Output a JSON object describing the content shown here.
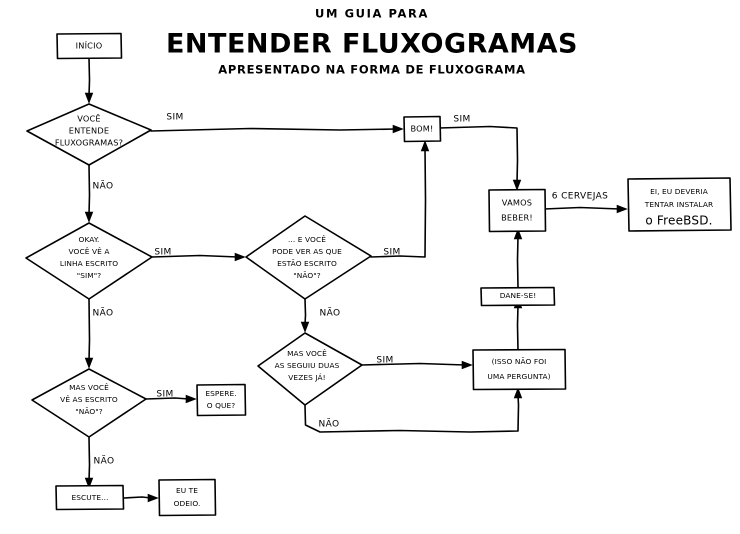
{
  "title": {
    "top": "UM GUIA PARA",
    "main": "ENTENDER FLUXOGRAMAS",
    "sub": "APRESENTADO NA FORMA DE FLUXOGRAMA"
  },
  "chart_data": {
    "type": "diagram",
    "title": "ENTENDER FLUXOGRAMAS",
    "nodes": [
      {
        "id": "inicio",
        "shape": "box",
        "lines": [
          "INÍCIO"
        ]
      },
      {
        "id": "entende",
        "shape": "diamond",
        "lines": [
          "VOCÊ",
          "ENTENDE",
          "FLUXOGRAMAS?"
        ]
      },
      {
        "id": "okay",
        "shape": "diamond",
        "lines": [
          "OKAY.",
          "VOCÊ VÊ A",
          "LINHA ESCRITO",
          "\"SIM\"?"
        ]
      },
      {
        "id": "masvoce_nao",
        "shape": "diamond",
        "lines": [
          "MAS VOCÊ",
          "VÊ AS ESCRITO",
          "\"NÃO\"?"
        ]
      },
      {
        "id": "espere",
        "shape": "box",
        "lines": [
          "ESPERE.",
          "O QUE?"
        ]
      },
      {
        "id": "escute",
        "shape": "box",
        "lines": [
          "ESCUTE..."
        ]
      },
      {
        "id": "odeio",
        "shape": "box",
        "lines": [
          "EU TE",
          "ODEIO."
        ]
      },
      {
        "id": "evoce",
        "shape": "diamond",
        "lines": [
          "... E VOCÊ",
          "PODE VER AS QUE",
          "ESTÃO ESCRITO",
          "\"NÃO\"?"
        ]
      },
      {
        "id": "seguiu",
        "shape": "diamond",
        "lines": [
          "MAS VOCÊ",
          "AS SEGUIU DUAS",
          "VEZES JÁ!"
        ]
      },
      {
        "id": "bom",
        "shape": "box",
        "lines": [
          "BOM!"
        ]
      },
      {
        "id": "beber",
        "shape": "box",
        "lines": [
          "VAMOS",
          "BEBER!"
        ]
      },
      {
        "id": "danese",
        "shape": "box",
        "lines": [
          "DANE-SE!"
        ]
      },
      {
        "id": "pergunta",
        "shape": "box",
        "lines": [
          "(ISSO NÃO FOI",
          "UMA PERGUNTA)"
        ]
      },
      {
        "id": "freebsd",
        "shape": "box",
        "lines": [
          "EI, EU DEVERIA",
          "TENTAR INSTALAR",
          "o FreeBSD."
        ]
      }
    ],
    "edges": [
      {
        "from": "inicio",
        "to": "entende",
        "label": ""
      },
      {
        "from": "entende",
        "to": "bom",
        "label": "SIM"
      },
      {
        "from": "entende",
        "to": "okay",
        "label": "NÃO"
      },
      {
        "from": "okay",
        "to": "evoce",
        "label": "SIM"
      },
      {
        "from": "okay",
        "to": "masvoce_nao",
        "label": "NÃO"
      },
      {
        "from": "masvoce_nao",
        "to": "espere",
        "label": "SIM"
      },
      {
        "from": "masvoce_nao",
        "to": "escute",
        "label": "NÃO"
      },
      {
        "from": "escute",
        "to": "odeio",
        "label": ""
      },
      {
        "from": "evoce",
        "to": "bom",
        "label": "SIM"
      },
      {
        "from": "evoce",
        "to": "seguiu",
        "label": "NÃO"
      },
      {
        "from": "seguiu",
        "to": "pergunta",
        "label": "SIM"
      },
      {
        "from": "seguiu",
        "to": "pergunta",
        "label": "NÃO"
      },
      {
        "from": "bom",
        "to": "beber",
        "label": "SIM"
      },
      {
        "from": "pergunta",
        "to": "danese",
        "label": ""
      },
      {
        "from": "danese",
        "to": "beber",
        "label": ""
      },
      {
        "from": "beber",
        "to": "freebsd",
        "label": "6 CERVEJAS"
      }
    ]
  },
  "labels": {
    "sim": "SIM",
    "nao": "NÃO",
    "cervejas": "6 CERVEJAS"
  },
  "nodes": {
    "inicio": {
      "l0": "INÍCIO"
    },
    "entende": {
      "l0": "VOCÊ",
      "l1": "ENTENDE",
      "l2": "FLUXOGRAMAS?"
    },
    "okay": {
      "l0": "OKAY.",
      "l1": "VOCÊ VÊ A",
      "l2": "LINHA ESCRITO",
      "l3": "\"SIM\"?"
    },
    "masvoce_nao": {
      "l0": "MAS VOCÊ",
      "l1": "VÊ AS ESCRITO",
      "l2": "\"NÃO\"?"
    },
    "espere": {
      "l0": "ESPERE.",
      "l1": "O QUE?"
    },
    "escute": {
      "l0": "ESCUTE..."
    },
    "odeio": {
      "l0": "EU TE",
      "l1": "ODEIO."
    },
    "evoce": {
      "l0": "... E VOCÊ",
      "l1": "PODE VER AS QUE",
      "l2": "ESTÃO ESCRITO",
      "l3": "\"NÃO\"?"
    },
    "seguiu": {
      "l0": "MAS VOCÊ",
      "l1": "AS SEGUIU DUAS",
      "l2": "VEZES JÁ!"
    },
    "bom": {
      "l0": "BOM!"
    },
    "beber": {
      "l0": "VAMOS",
      "l1": "BEBER!"
    },
    "danese": {
      "l0": "DANE-SE!"
    },
    "pergunta": {
      "l0": "(ISSO NÃO FOI",
      "l1": "UMA PERGUNTA)"
    },
    "freebsd": {
      "l0": "EI, EU DEVERIA",
      "l1": "TENTAR INSTALAR",
      "l2": "o FreeBSD."
    }
  },
  "edge_labels": {
    "entende_sim": "SIM",
    "entende_nao": "NÃO",
    "okay_sim": "SIM",
    "okay_nao": "NÃO",
    "masvoce_sim": "SIM",
    "masvoce_nao": "NÃO",
    "evoce_sim": "SIM",
    "evoce_nao": "NÃO",
    "seguiu_sim": "SIM",
    "seguiu_nao": "NÃO",
    "bom_sim": "SIM",
    "beber_cervejas": "6 CERVEJAS"
  },
  "colors": {
    "ink": "#000000",
    "paper": "#ffffff"
  }
}
